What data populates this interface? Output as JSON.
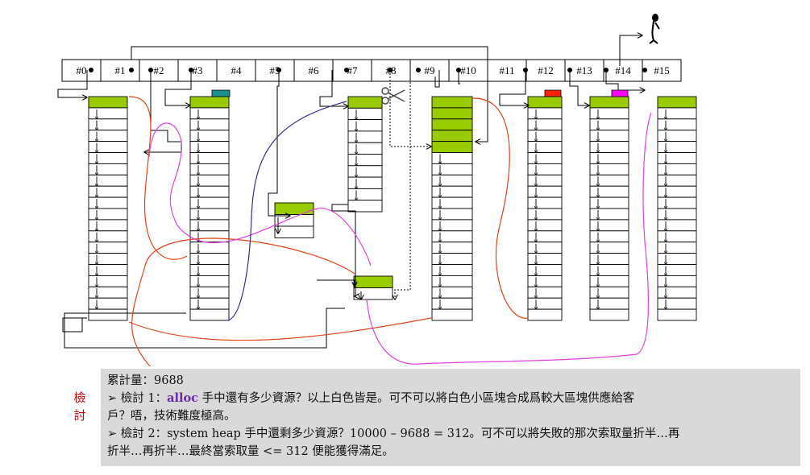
{
  "free_list_labels": [
    "#0",
    "#1",
    "#2",
    "#3",
    "#4",
    "#5",
    "#6",
    "#7",
    "#8",
    "#9",
    "#10",
    "#11",
    "#12",
    "#13",
    "#14",
    "#15"
  ],
  "side_label": [
    "檢",
    "討"
  ],
  "notes": {
    "line1": "累計量：9688",
    "line2_prefix": "➢ 檢討 1：",
    "line2_keyword": "alloc",
    "line2_rest": " 手中還有多少資源？以上白色皆是。可不可以將白色小區塊合成爲較大區塊供應給客",
    "line3": "戶？唔，技術難度極高。",
    "line4": "➢ 檢討 2：system heap 手中還剩多少資源？10000 – 9688 = 312。可不可以將失敗的那次索取量折半…再",
    "line5": "折半…再折半…最終當索取量 <= 312 便能獲得滿足。"
  },
  "colors": {
    "used_block": "#99cc00",
    "note_bg": "#d9d9d9",
    "side_label": "#c00000",
    "keyword": "#6a2aa3",
    "orange_curve": "#e0441a",
    "magenta_curve": "#e040e0",
    "navy_curve": "#3a2a8a",
    "teal_tag": "#1a8f8f",
    "red_tag": "#ff2200",
    "magenta_tag": "#ff00ff"
  },
  "icons": [
    "scissors-icon",
    "figure-icon"
  ]
}
